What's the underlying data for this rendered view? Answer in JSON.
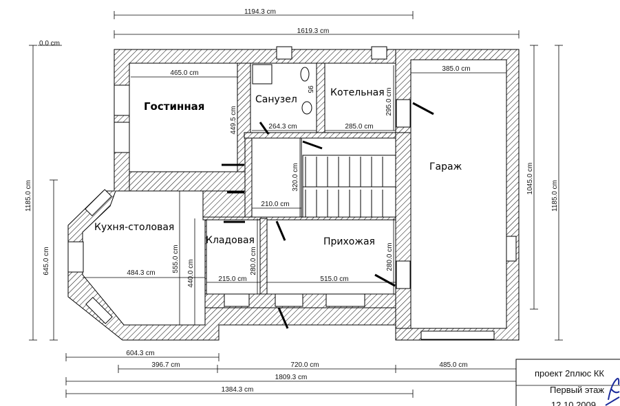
{
  "dimensions": {
    "top_total_1": "1194.3 cm",
    "top_total_2": "1619.3 cm",
    "corner_zero": "0.0 cm",
    "gostinnaya_width": "465.0 cm",
    "garage_width": "385.0 cm",
    "left_total_height": "1185.0 cm",
    "left_lower_height": "645.0 cm",
    "right_inner_height": "1045.0 cm",
    "right_total_height": "1185.0 cm",
    "gostinnaya_height": "449.5 cm",
    "sanuzel_width": "264.3 cm",
    "sanuzel_small": "95",
    "kotelnaya_width": "285.0 cm",
    "kotelnaya_height": "295.0 cm",
    "hall_height": "320.0 cm",
    "hall_width": "210.0 cm",
    "kitchen_width": "484.3 cm",
    "kitchen_height": "555.0 cm",
    "kitchen_inner": "440.0 cm",
    "pantry_height": "280.0 cm",
    "pantry_width": "215.0 cm",
    "entrance_width": "515.0 cm",
    "entrance_height": "280.0 cm",
    "bottom_604": "604.3 cm",
    "bottom_396": "396.7 cm",
    "bottom_720": "720.0 cm",
    "bottom_485": "485.0 cm",
    "bottom_1809": "1809.3 cm",
    "bottom_1384": "1384.3 cm"
  },
  "rooms": {
    "gostinnaya": "Гостинная",
    "sanuzel": "Санузел",
    "kotelnaya": "Котельная",
    "garazh": "Гараж",
    "kuhnya": "Кухня-столовая",
    "kladovaya": "Кладовая",
    "prihozhaya": "Прихожая"
  },
  "stamp": {
    "project": "проект 2плюс КК",
    "floor": "Первый этаж",
    "date": "12.10.2009"
  },
  "colors": {
    "wall_hatch": "#000000",
    "signature": "#1a2a9a"
  }
}
